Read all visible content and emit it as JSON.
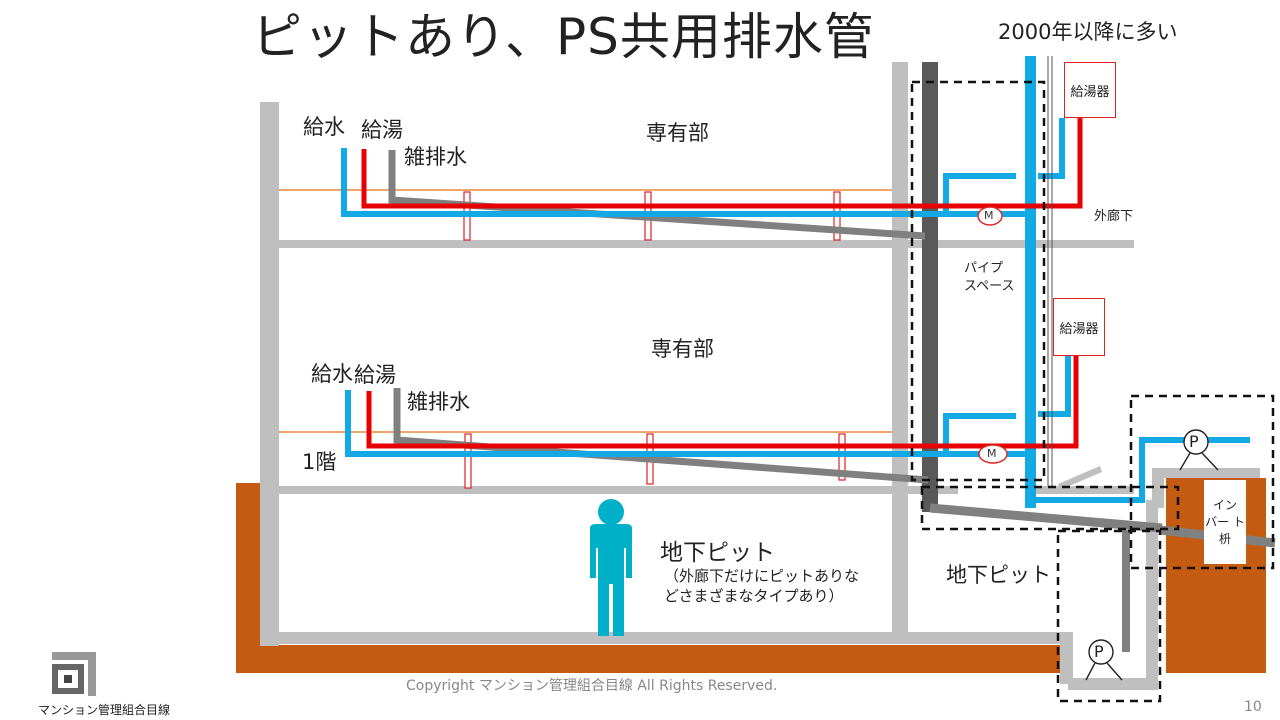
{
  "title": "ピットあり、PS共用排水管",
  "note_2000": "2000年以降に多い",
  "floors": {
    "upper": {
      "area_label": "専有部",
      "water_label": "給水",
      "hot_label": "給湯",
      "drain_label": "雑排水"
    },
    "lower": {
      "area_label": "専有部",
      "water_label": "給水",
      "hot_label": "給湯",
      "drain_label": "雑排水",
      "floor_label": "1階"
    }
  },
  "pit": {
    "label": "地下ピット",
    "note_line1": "（外廊下だけにピットありな",
    "note_line2": "どさまざまなタイプあり）",
    "outer_label": "地下ピット"
  },
  "corridor_label": "外廊下",
  "pipe_space_label_1": "パイプ",
  "pipe_space_label_2": "スペース",
  "water_heater_label": "給湯器",
  "meter_label": "M",
  "pump_label": "P",
  "inspection_box": {
    "line1": "イン",
    "line2": "バー ト",
    "line3": "枡"
  },
  "copyright": "Copyright マンション管理組合目線 All Rights Reserved.",
  "page_number": "10",
  "logo_text": "マンション管理組合目線",
  "colors": {
    "water_pipe": "#13a9e5",
    "hot_pipe": "#e60000",
    "drain_pipe": "#808080",
    "main_drain": "#595959",
    "structure": "#bfbfbf",
    "ground": "#c55a11",
    "person": "#00b0c8",
    "ceiling_line": "#e8883a"
  }
}
